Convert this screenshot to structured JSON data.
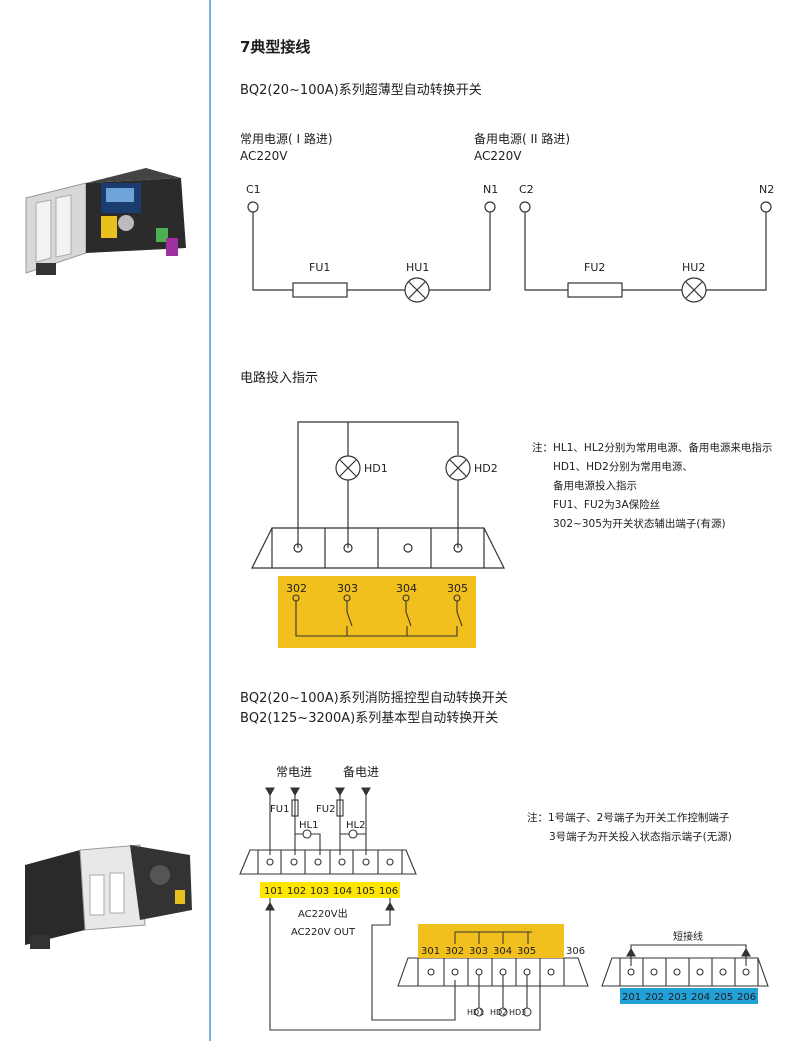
{
  "page": {
    "title": "7典型接线",
    "subtitle1": "BQ2(20~100A)系列超薄型自动转换开关",
    "subtitle2a": "BQ2(20~100A)系列消防摇控型自动转换开关",
    "subtitle2b": "BQ2(125~3200A)系列基本型自动转换开关"
  },
  "power": {
    "normal_label": "常用电源( I 路进)",
    "normal_volt": "AC220V",
    "backup_label": "备用电源( II 路进)",
    "backup_volt": "AC220V",
    "c1": "C1",
    "n1": "N1",
    "c2": "C2",
    "n2": "N2",
    "fu1": "FU1",
    "hu1": "HU1",
    "fu2": "FU2",
    "hu2": "HU2"
  },
  "indicator": {
    "title": "电路投入指示",
    "hd1": "HD1",
    "hd2": "HD2",
    "terminals": [
      "302",
      "303",
      "304",
      "305"
    ]
  },
  "note1": {
    "lines": [
      "注：HL1、HL2分别为常用电源、备用电源来电指示",
      "HD1、HD2分别为常用电源、",
      "备用电源投入指示",
      "FU1、FU2为3A保险丝",
      "302~305为开关状态辅出端子(有源)"
    ]
  },
  "wiring": {
    "normal_in": "常电进",
    "backup_in": "备电进",
    "fu1": "FU1",
    "fu2": "FU2",
    "hl1": "HL1",
    "hl2": "HL2",
    "terms_1xx": [
      "101",
      "102",
      "103",
      "104",
      "105",
      "106"
    ],
    "ac_out_cn": "AC220V出",
    "ac_out_en": "AC220V OUT",
    "terms_3xx": [
      "301",
      "302",
      "303",
      "304",
      "305",
      "306"
    ],
    "hd_labels": [
      "HD1",
      "HD2",
      "HD3"
    ],
    "short_label": "短接线",
    "terms_2xx": [
      "201",
      "202",
      "203",
      "204",
      "205",
      "206"
    ]
  },
  "note2": {
    "lines": [
      "注：1号端子、2号端子为开关工作控制端子",
      "3号端子为开关投入状态指示端子(无源)"
    ]
  },
  "colors": {
    "accent_line": "#7fb2d8",
    "terminal_yellow": "#f2c01e",
    "terminal_label_yellow": "#ffe600",
    "terminal_label_blue": "#22a0d8"
  }
}
